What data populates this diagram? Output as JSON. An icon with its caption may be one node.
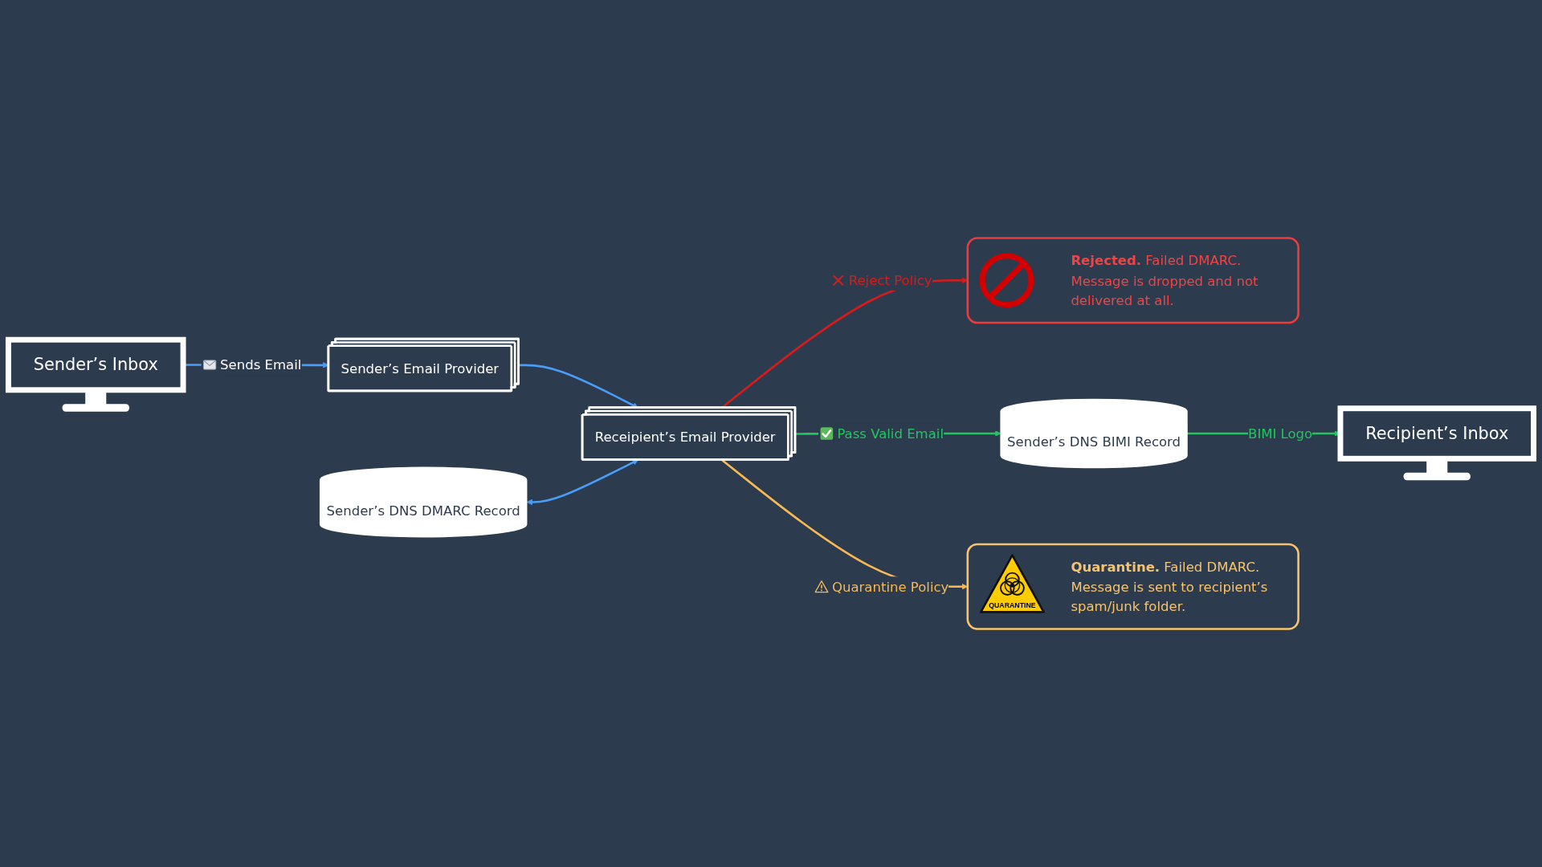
{
  "diagram": {
    "nodes": [
      {
        "text": [
          "Sender’s DNS DMARC Record"
        ]
      },
      {
        "text": [
          "**Rejected.** Failed DMARC. Message is dropped and not delivered at all."
        ]
      },
      {
        "text": [
          "Sender’s Email Provider"
        ]
      },
      {
        "text": [
          "Receipient’s Email Provider"
        ]
      },
      {
        "text": [
          "Sender’s DNS BIMI Record"
        ]
      },
      {
        "text": [
          "Recipient’s Inbox"
        ]
      },
      {
        "text": [
          "Sender’s Inbox"
        ]
      },
      {
        "text": [
          "**Quarantine.** Failed DMARC. Message is sent to recipient’s spam/junk folder."
        ]
      }
    ],
    "edges": [
      {
        "from": 6,
        "to": 2,
        "arrow": "to",
        "label": "Sends Email"
      },
      {
        "from": 2,
        "to": 3,
        "arrow": "to"
      },
      {
        "from": 0,
        "to": 3,
        "arrow": "both"
      },
      {
        "from": 3,
        "to": 1,
        "arrow": "to",
        "label": "Reject Policy",
        "color": "#d81b1b"
      },
      {
        "from": 3,
        "to": 4,
        "arrow": "to",
        "label": "Pass Valid Email",
        "color": "#22c55e"
      },
      {
        "from": 3,
        "to": 7,
        "arrow": "to",
        "label": "Quarantine Policy",
        "color": "#f6b955"
      },
      {
        "from": 4,
        "to": 5,
        "arrow": "to",
        "label": "BIMI Logo",
        "color": "#22c55e"
      }
    ],
    "labels": [
      "QUARANTINE"
    ]
  }
}
